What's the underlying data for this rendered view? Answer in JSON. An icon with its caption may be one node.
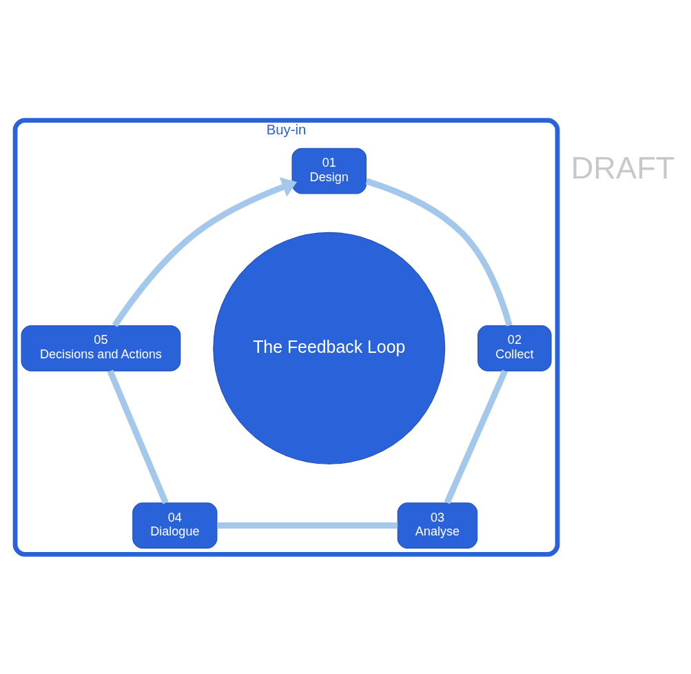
{
  "diagram": {
    "nodes": [
      {
        "text": [
          "Buy-in"
        ]
      },
      {
        "text": [
          "01",
          "Design"
        ],
        "in": 0
      },
      {
        "text": [
          "02",
          "Collect"
        ],
        "in": 0
      },
      {
        "text": [
          "The Feedback Loop"
        ],
        "in": 0
      },
      {
        "text": [
          "05",
          "Decisions and Actions"
        ],
        "in": 0
      },
      {
        "text": [
          "03",
          "Analyse"
        ],
        "in": 0
      },
      {
        "text": [
          "04",
          "Dialogue"
        ],
        "in": 0
      }
    ],
    "edges": [
      {
        "from": 1,
        "to": 2,
        "arrow": "none"
      },
      {
        "from": 2,
        "to": 5,
        "arrow": "none"
      },
      {
        "from": 5,
        "to": 6,
        "arrow": "none"
      },
      {
        "from": 6,
        "to": 4,
        "arrow": "none"
      },
      {
        "from": 4,
        "to": 1,
        "arrow": "to"
      }
    ],
    "labels": [
      "DRAFT"
    ]
  }
}
